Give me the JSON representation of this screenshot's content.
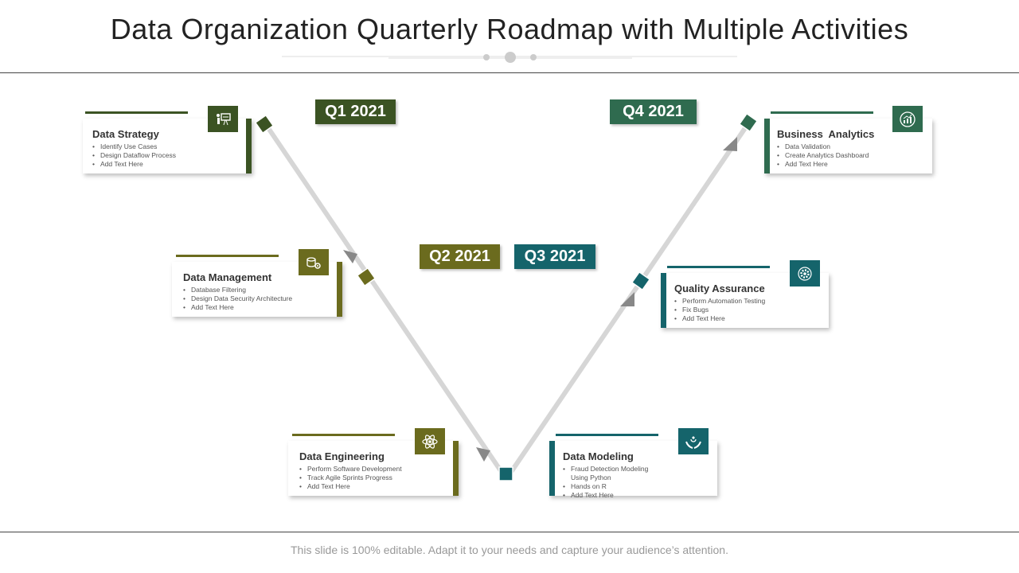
{
  "title": "Data Organization Quarterly Roadmap with Multiple Activities",
  "footer": "This slide is 100% editable. Adapt it to your needs and capture your audience’s attention.",
  "colors": {
    "dark_green": "#3b5323",
    "olive": "#6b6b1e",
    "teal": "#15646b",
    "forest": "#2f6b4f"
  },
  "quarters": [
    {
      "label": "Q1 2021"
    },
    {
      "label": "Q2 2021"
    },
    {
      "label": "Q3 2021"
    },
    {
      "label": "Q4 2021"
    }
  ],
  "cards": [
    {
      "title": "Data Strategy",
      "icon": "presentation-icon",
      "items": [
        "Identify Use Cases",
        "Design Dataflow Process",
        "Add Text Here"
      ]
    },
    {
      "title": "Data Management",
      "icon": "database-gear-icon",
      "items": [
        "Database Filtering",
        "Design Data Security Architecture",
        "Add Text Here"
      ]
    },
    {
      "title": "Data Engineering",
      "icon": "atom-icon",
      "items": [
        "Perform Software Development",
        "Track Agile Sprints Progress",
        "Add Text Here"
      ]
    },
    {
      "title": "Data Modeling",
      "icon": "hands-care-icon",
      "items": [
        "Fraud Detection Modeling",
        "Using Python",
        "Hands on R",
        "Add Text Here"
      ]
    },
    {
      "title": "Quality Assurance",
      "icon": "gear-icon",
      "items": [
        "Perform Automation Testing",
        "Fix Bugs",
        "Add Text Here"
      ]
    },
    {
      "title": "Business  Analytics",
      "icon": "analytics-chart-icon",
      "items": [
        "Data Validation",
        "Create Analytics Dashboard",
        "Add Text Here"
      ]
    }
  ]
}
